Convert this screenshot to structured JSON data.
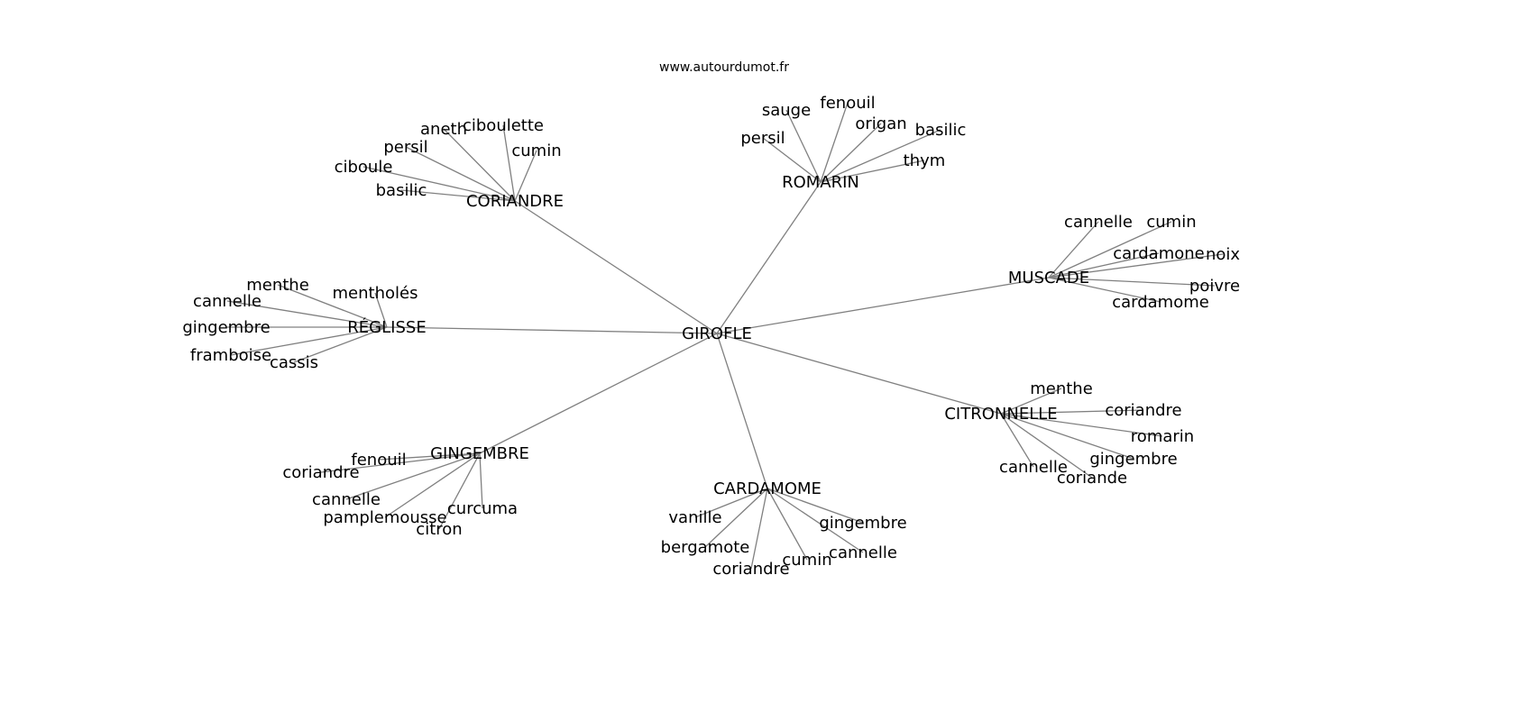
{
  "title": "www.autourdumot.fr",
  "center": "GIROFLE",
  "edge_color": "#808080",
  "groups": [
    {
      "label": "CORIANDRE",
      "leaves": [
        "aneth",
        "ciboulette",
        "cumin",
        "persil",
        "ciboule",
        "basilic"
      ]
    },
    {
      "label": "ROMARIN",
      "leaves": [
        "sauge",
        "fenouil",
        "origan",
        "basilic",
        "thym",
        "persil"
      ]
    },
    {
      "label": "MUSCADE",
      "leaves": [
        "cannelle",
        "cumin",
        "cardamone",
        "noix",
        "poivre",
        "cardamome"
      ]
    },
    {
      "label": "RÉGLISSE",
      "leaves": [
        "menthe",
        "mentholés",
        "cannelle",
        "gingembre",
        "framboise",
        "cassis"
      ]
    },
    {
      "label": "CITRONNELLE",
      "leaves": [
        "menthe",
        "coriandre",
        "romarin",
        "gingembre",
        "cannelle",
        "coriande"
      ]
    },
    {
      "label": "GINGEMBRE",
      "leaves": [
        "fenouil",
        "coriandre",
        "cannelle",
        "curcuma",
        "pamplemousse",
        "citron"
      ]
    },
    {
      "label": "CARDAMOME",
      "leaves": [
        "vanille",
        "bergamote",
        "coriandre",
        "cumin",
        "cannelle",
        "gingembre"
      ]
    }
  ]
}
